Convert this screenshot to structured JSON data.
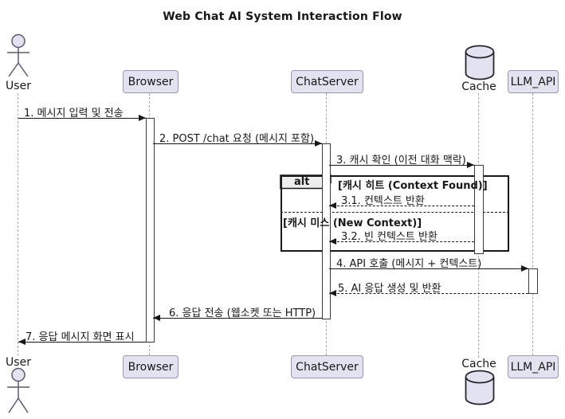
{
  "title": "Web Chat AI System Interaction Flow",
  "participants": [
    {
      "name": "User",
      "kind": "actor"
    },
    {
      "name": "Browser",
      "kind": "participant"
    },
    {
      "name": "ChatServer",
      "kind": "participant"
    },
    {
      "name": "Cache",
      "kind": "database"
    },
    {
      "name": "LLM_API",
      "kind": "participant"
    }
  ],
  "messages": [
    {
      "label": "1. 메시지 입력 및 전송",
      "from": "User",
      "to": "Browser",
      "line": "solid"
    },
    {
      "label": "2. POST /chat 요청 (메시지 포함)",
      "from": "Browser",
      "to": "ChatServer",
      "line": "solid"
    },
    {
      "label": "3. 캐시 확인 (이전 대화 맥락)",
      "from": "ChatServer",
      "to": "Cache",
      "line": "solid"
    },
    {
      "label": "3.1. 컨텍스트 반환",
      "from": "Cache",
      "to": "ChatServer",
      "line": "dashed"
    },
    {
      "label": "3.2. 빈 컨텍스트 반환",
      "from": "Cache",
      "to": "ChatServer",
      "line": "dashed"
    },
    {
      "label": "4. API 호출 (메시지 + 컨텍스트)",
      "from": "ChatServer",
      "to": "LLM_API",
      "line": "solid"
    },
    {
      "label": "5. AI 응답 생성 및 반환",
      "from": "LLM_API",
      "to": "ChatServer",
      "line": "dashed"
    },
    {
      "label": "6. 응답 전송 (웹소켓 또는 HTTP)",
      "from": "ChatServer",
      "to": "Browser",
      "line": "solid"
    },
    {
      "label": "7. 응답 메시지 화면 표시",
      "from": "Browser",
      "to": "User",
      "line": "solid"
    }
  ],
  "fragment": {
    "operator": "alt",
    "guard_hit": "[캐시 히트 (Context Found)]",
    "guard_miss": "[캐시 미스 (New Context)]"
  },
  "colors": {
    "participant_fill": "#E2E2F0",
    "participant_border": "#9a9ab0",
    "lifeline": "#a8a8a8",
    "arrow": "#181818",
    "fragment_border": "#181818",
    "operator_fill": "#EEEEEE",
    "background": "#ffffff"
  }
}
